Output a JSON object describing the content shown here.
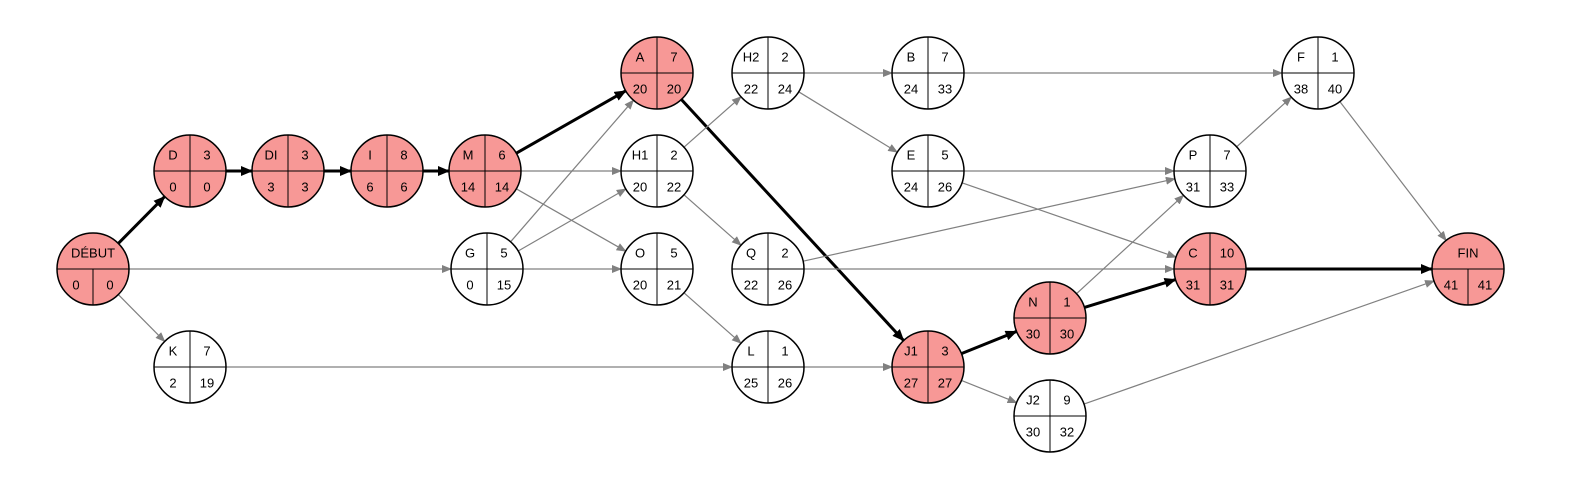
{
  "colors": {
    "critical_fill": "#f79896",
    "normal_fill": "#ffffff",
    "stroke": "#000000",
    "edge_normal": "#808080",
    "edge_critical": "#000000"
  },
  "nodes": [
    {
      "id": "DEBUT",
      "name": "DÉBUT",
      "duration": "",
      "es": "0",
      "ls": "0",
      "critical": true
    },
    {
      "id": "D",
      "name": "D",
      "duration": "3",
      "es": "0",
      "ls": "0",
      "critical": true
    },
    {
      "id": "DI",
      "name": "DI",
      "duration": "3",
      "es": "3",
      "ls": "3",
      "critical": true
    },
    {
      "id": "I",
      "name": "I",
      "duration": "8",
      "es": "6",
      "ls": "6",
      "critical": true
    },
    {
      "id": "M",
      "name": "M",
      "duration": "6",
      "es": "14",
      "ls": "14",
      "critical": true
    },
    {
      "id": "A",
      "name": "A",
      "duration": "7",
      "es": "20",
      "ls": "20",
      "critical": true
    },
    {
      "id": "H2",
      "name": "H2",
      "duration": "2",
      "es": "22",
      "ls": "24",
      "critical": false
    },
    {
      "id": "B",
      "name": "B",
      "duration": "7",
      "es": "24",
      "ls": "33",
      "critical": false
    },
    {
      "id": "F",
      "name": "F",
      "duration": "1",
      "es": "38",
      "ls": "40",
      "critical": false
    },
    {
      "id": "H1",
      "name": "H1",
      "duration": "2",
      "es": "20",
      "ls": "22",
      "critical": false
    },
    {
      "id": "E",
      "name": "E",
      "duration": "5",
      "es": "24",
      "ls": "26",
      "critical": false
    },
    {
      "id": "P",
      "name": "P",
      "duration": "7",
      "es": "31",
      "ls": "33",
      "critical": false
    },
    {
      "id": "G",
      "name": "G",
      "duration": "5",
      "es": "0",
      "ls": "15",
      "critical": false
    },
    {
      "id": "O",
      "name": "O",
      "duration": "5",
      "es": "20",
      "ls": "21",
      "critical": false
    },
    {
      "id": "Q",
      "name": "Q",
      "duration": "2",
      "es": "22",
      "ls": "26",
      "critical": false
    },
    {
      "id": "C",
      "name": "C",
      "duration": "10",
      "es": "31",
      "ls": "31",
      "critical": true
    },
    {
      "id": "FIN",
      "name": "FIN",
      "duration": "",
      "es": "41",
      "ls": "41",
      "critical": true
    },
    {
      "id": "N",
      "name": "N",
      "duration": "1",
      "es": "30",
      "ls": "30",
      "critical": true
    },
    {
      "id": "K",
      "name": "K",
      "duration": "7",
      "es": "2",
      "ls": "19",
      "critical": false
    },
    {
      "id": "L",
      "name": "L",
      "duration": "1",
      "es": "25",
      "ls": "26",
      "critical": false
    },
    {
      "id": "J1",
      "name": "J1",
      "duration": "3",
      "es": "27",
      "ls": "27",
      "critical": true
    },
    {
      "id": "J2",
      "name": "J2",
      "duration": "9",
      "es": "30",
      "ls": "32",
      "critical": false
    }
  ],
  "edges": [
    {
      "from": "DEBUT",
      "to": "D",
      "critical": true
    },
    {
      "from": "DEBUT",
      "to": "G",
      "critical": false
    },
    {
      "from": "DEBUT",
      "to": "K",
      "critical": false
    },
    {
      "from": "D",
      "to": "DI",
      "critical": true
    },
    {
      "from": "DI",
      "to": "I",
      "critical": true
    },
    {
      "from": "I",
      "to": "M",
      "critical": true
    },
    {
      "from": "M",
      "to": "A",
      "critical": true
    },
    {
      "from": "M",
      "to": "H1",
      "critical": false
    },
    {
      "from": "M",
      "to": "O",
      "critical": false
    },
    {
      "from": "G",
      "to": "A",
      "critical": false
    },
    {
      "from": "G",
      "to": "H1",
      "critical": false
    },
    {
      "from": "G",
      "to": "O",
      "critical": false
    },
    {
      "from": "A",
      "to": "J1",
      "critical": true
    },
    {
      "from": "H1",
      "to": "H2",
      "critical": false
    },
    {
      "from": "H1",
      "to": "Q",
      "critical": false
    },
    {
      "from": "H2",
      "to": "B",
      "critical": false
    },
    {
      "from": "H2",
      "to": "E",
      "critical": false
    },
    {
      "from": "O",
      "to": "L",
      "critical": false
    },
    {
      "from": "K",
      "to": "L",
      "critical": false
    },
    {
      "from": "L",
      "to": "J1",
      "critical": false
    },
    {
      "from": "B",
      "to": "F",
      "critical": false
    },
    {
      "from": "E",
      "to": "P",
      "critical": false
    },
    {
      "from": "E",
      "to": "C",
      "critical": false
    },
    {
      "from": "Q",
      "to": "P",
      "critical": false
    },
    {
      "from": "Q",
      "to": "C",
      "critical": false
    },
    {
      "from": "J1",
      "to": "N",
      "critical": true
    },
    {
      "from": "J1",
      "to": "J2",
      "critical": false
    },
    {
      "from": "N",
      "to": "C",
      "critical": true
    },
    {
      "from": "N",
      "to": "P",
      "critical": false
    },
    {
      "from": "P",
      "to": "F",
      "critical": false
    },
    {
      "from": "F",
      "to": "FIN",
      "critical": false
    },
    {
      "from": "C",
      "to": "FIN",
      "critical": true
    },
    {
      "from": "J2",
      "to": "FIN",
      "critical": false
    }
  ]
}
